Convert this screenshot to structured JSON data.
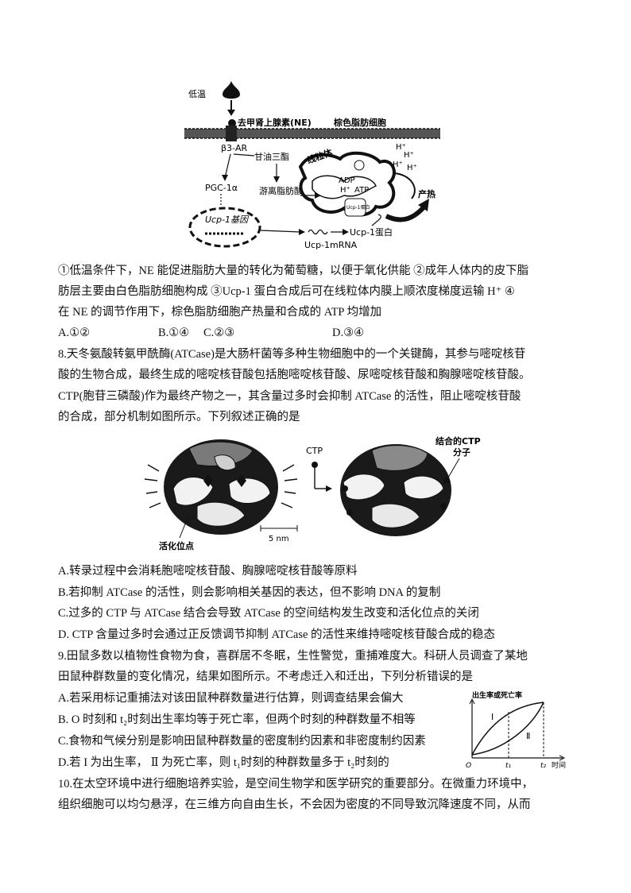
{
  "fig1": {
    "low_temp": "低温",
    "ne": "去甲肾上腺素(NE)",
    "cell": "棕色脂肪细胞",
    "receptor": "β3-AR",
    "tg": "甘油三酯",
    "pgc": "PGC-1α",
    "ffa": "游离脂肪酸",
    "mito": "线粒体",
    "adp": "ADP",
    "atp": "ATP",
    "h": "H⁺",
    "ucp_protein_small": "Ucp-1蛋白",
    "heat": "产热",
    "gene": "Ucp-1基因",
    "mrna": "Ucp-1mRNA",
    "protein": "Ucp-1蛋白"
  },
  "q7": {
    "lines": [
      "①低温条件下，NE 能促进脂肪大量的转化为葡萄糖，以便于氧化供能  ②成年人体内的皮下脂",
      "肪层主要由白色脂肪细胞构成  ③Ucp-1 蛋白合成后可在线粒体内膜上顺浓度梯度运输  H⁺ ④",
      "在 NE 的调节作用下，棕色脂肪细胞产热量和合成的  ATP  均增加"
    ],
    "options": [
      "A.①②",
      "B.①④",
      "C.②③",
      "D.③④"
    ]
  },
  "q8": {
    "lines": [
      "8.天冬氨酸转氨甲酰酶(ATCase)是大肠杆菌等多种生物细胞中的一个关键酶，其参与嘧啶核苷",
      "酸的生物合成，最终生成的嘧啶核苷酸包括胞嘧啶核苷酸、尿嘧啶核苷酸和胸腺嘧啶核苷酸。",
      "CTP(胞苷三磷酸)作为最终产物之一，其含量过多时会抑制  ATCase 的活性，阻止嘧啶核苷酸",
      "的合成，部分机制如图所示。下列叙述正确的是"
    ],
    "fig": {
      "ctp": "CTP",
      "bound1": "结合的CTP",
      "bound2": "分子",
      "site": "活化位点",
      "scale": "5 nm"
    },
    "options": [
      "A.转录过程中会消耗胞嘧啶核苷酸、胸腺嘧啶核苷酸等原料",
      "B.若抑制 ATCase 的活性，则会影响相关基因的表达，但不影响  DNA  的复制",
      "C.过多的 CTP 与  ATCase 结合会导致 ATCase  的空间结构发生改变和活化位点的关闭",
      "D. CTP 含量过多时会通过正反馈调节抑制  ATCase 的活性来维持嘧啶核苷酸合成的稳态"
    ]
  },
  "q9": {
    "lines": [
      "9.田鼠多数以植物性食物为食，喜群居不冬眠，生性警觉，重捕难度大。科研人员调查了某地",
      "田鼠种群数量的变化情况，结果如图所示。不考虑迁入和迁出，下列分析错误的是"
    ],
    "options": [
      "A.若采用标记重捕法对该田鼠种群数量进行估算，则调查结果会偏大",
      "B. O 时刻和 t₂时刻出生率均等于死亡率，但两个时刻的种群数量不相等",
      "C.食物和气候分别是影响田鼠种群数量的密度制约因素和非密度制约因素",
      "D.若 I 为出生率，  Ⅱ 为死亡率，则 t₁时刻的种群数量多于 t₂时刻的"
    ],
    "chart": {
      "ylabel": "出生率或死亡率",
      "xlabel": "时间",
      "origin": "O",
      "t1": "t₁",
      "t2": "t₂",
      "curve1": "Ⅰ",
      "curve2": "Ⅱ"
    }
  },
  "q10": {
    "lines": [
      "10.在太空环境中进行细胞培养实验，是空间生物学和医学研究的重要部分。在微重力环境中，",
      "组织细胞可以均匀悬浮，在三维方向自由生长，不会因为密度的不同导致沉降速度不同，从而"
    ]
  }
}
